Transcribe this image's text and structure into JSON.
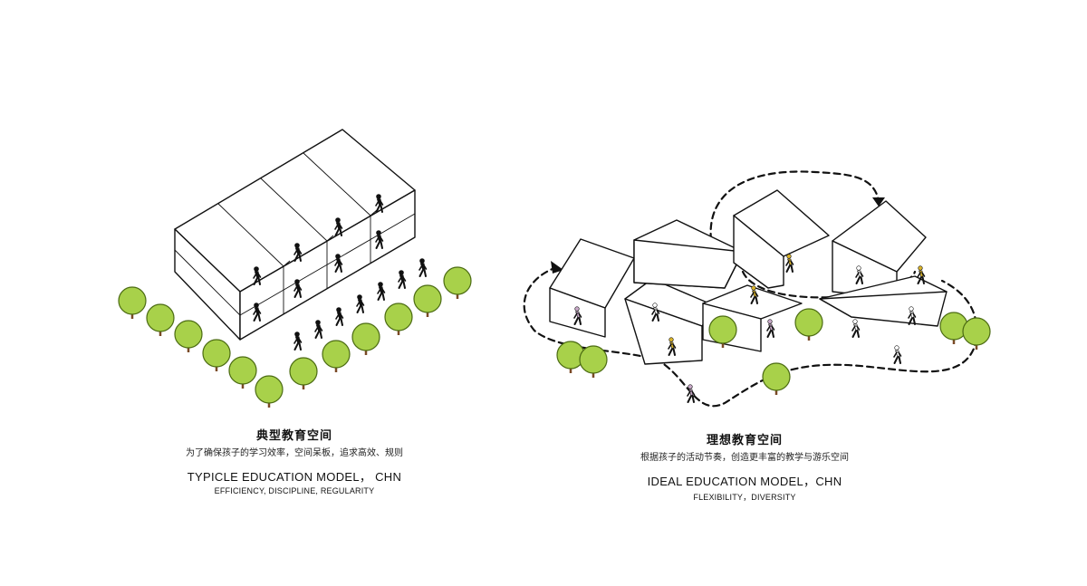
{
  "left_panel": {
    "title_zh": "典型教育空间",
    "subtitle_zh": "为了确保孩子的学习效率，空间呆板，追求高效、规则",
    "title_en": "TYPICLE EDUCATION MODEL， CHN",
    "subtitle_en": "EFFICIENCY, DISCIPLINE, REGULARITY"
  },
  "right_panel": {
    "title_zh": "理想教育空间",
    "subtitle_zh": "根据孩子的活动节奏，创造更丰富的教学与游乐空间",
    "title_en": "IDEAL EDUCATION MODEL，CHN",
    "subtitle_en": "FLEXIBILITY，DIVERSITY"
  },
  "colors": {
    "tree_leaf": "#a8d14a",
    "tree_trunk": "#7a4a26",
    "figure_black": "#111111",
    "figure_pink": "#c9a9c9",
    "figure_yellow": "#d9b32a",
    "outline": "#111111"
  }
}
